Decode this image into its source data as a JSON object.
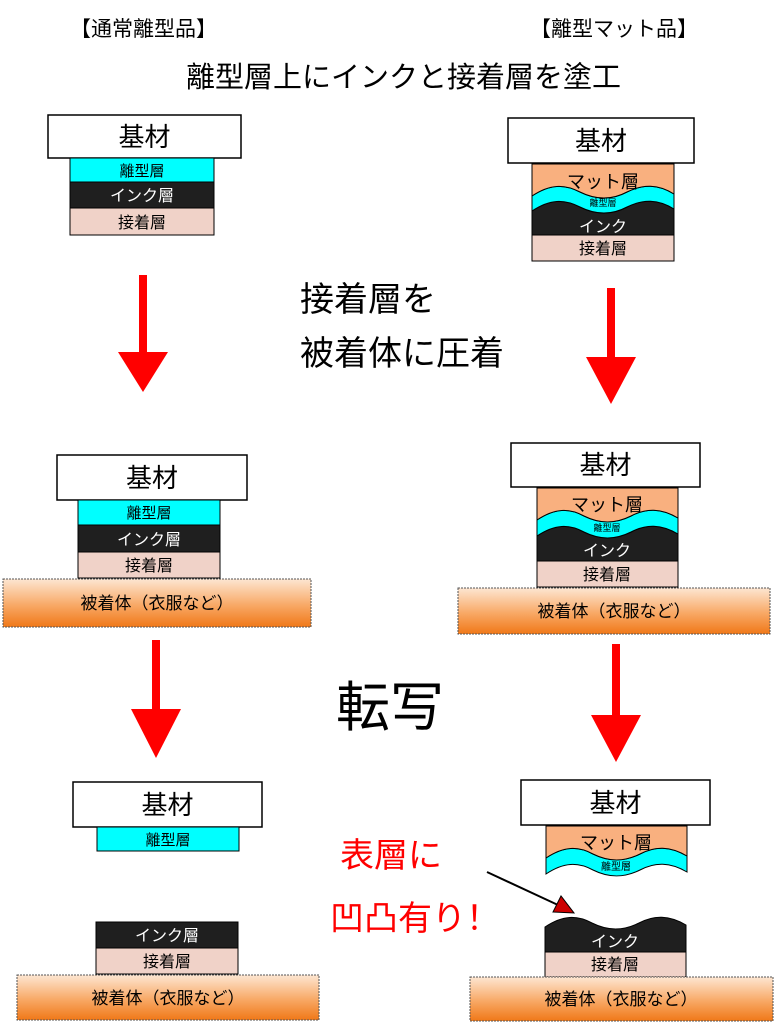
{
  "headers": {
    "normal": "【通常離型品】",
    "matte": "【離型マット品】",
    "step_coat": "離型層上にインクと接着層を塗工"
  },
  "steps": {
    "press_line1": "接着層を",
    "press_line2": "被着体に圧着",
    "transfer": "転写"
  },
  "labels": {
    "base": "基材",
    "release": "離型層",
    "ink_layer": "インク層",
    "ink": "インク",
    "adhesive": "接着層",
    "matte": "マット層",
    "substrate": "被着体（衣服など）"
  },
  "callout": {
    "line1": "表層に",
    "line2": "凹凸有り！"
  },
  "colors": {
    "release": "#00ffff",
    "ink": "#1f1f1f",
    "adhesive": "#f0d2c8",
    "matte": "#f9b07f",
    "arrow": "#ff0000",
    "callout_text": "#ff0000",
    "substrate_light": "#fde6d2",
    "substrate_dark": "#f07818"
  }
}
